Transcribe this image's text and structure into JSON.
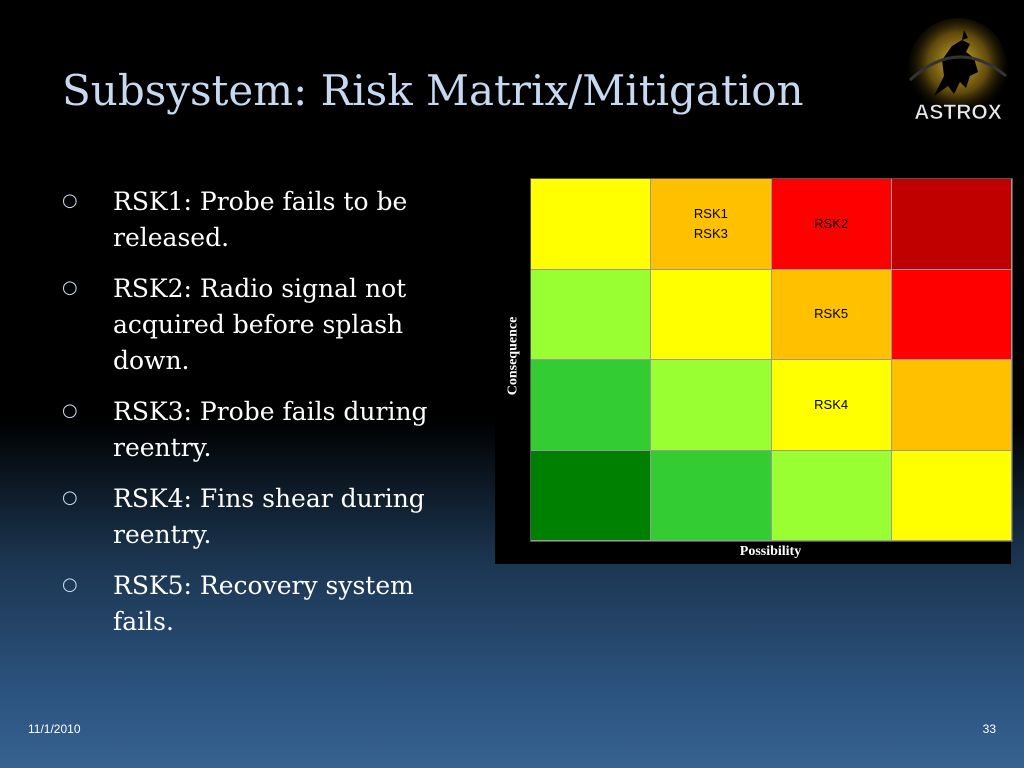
{
  "slide": {
    "title": "Subsystem: Risk Matrix/Mitigation",
    "logo_text": "ASTROX",
    "footer_date": "11/1/2010",
    "page_number": "33"
  },
  "bullets": [
    {
      "marker": "○",
      "text": "RSK1: Probe fails to be released."
    },
    {
      "marker": "○",
      "text": "RSK2: Radio signal not acquired before splash down."
    },
    {
      "marker": "○",
      "text": "RSK3: Probe fails during reentry."
    },
    {
      "marker": "○",
      "text": "RSK4: Fins shear during reentry."
    },
    {
      "marker": "○",
      "text": "RSK5: Recovery system fails."
    }
  ],
  "matrix": {
    "y_label": "Consequence",
    "x_label": "Possibility",
    "rows": [
      [
        {
          "color": "#ffff00",
          "labels": []
        },
        {
          "color": "#ffc000",
          "labels": [
            "RSK1",
            "RSK3"
          ]
        },
        {
          "color": "#ff0000",
          "labels": [
            "RSK2"
          ]
        },
        {
          "color": "#c00000",
          "labels": []
        }
      ],
      [
        {
          "color": "#99ff33",
          "labels": []
        },
        {
          "color": "#ffff00",
          "labels": []
        },
        {
          "color": "#ffc000",
          "labels": [
            "RSK5"
          ]
        },
        {
          "color": "#ff0000",
          "labels": []
        }
      ],
      [
        {
          "color": "#33cc33",
          "labels": []
        },
        {
          "color": "#99ff33",
          "labels": []
        },
        {
          "color": "#ffff00",
          "labels": [
            "RSK4"
          ]
        },
        {
          "color": "#ffc000",
          "labels": []
        }
      ],
      [
        {
          "color": "#008000",
          "labels": []
        },
        {
          "color": "#33cc33",
          "labels": []
        },
        {
          "color": "#99ff33",
          "labels": []
        },
        {
          "color": "#ffff00",
          "labels": []
        }
      ]
    ]
  }
}
